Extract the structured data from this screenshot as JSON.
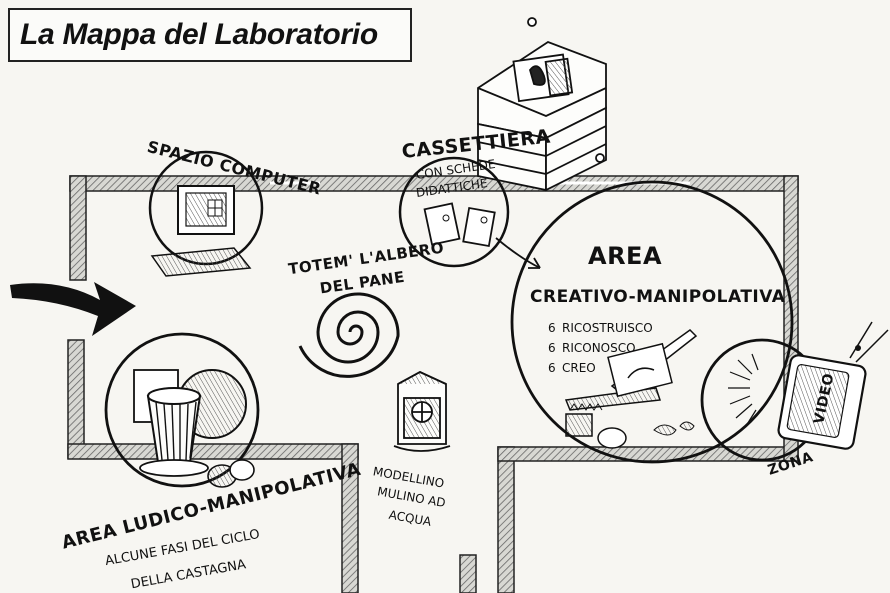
{
  "title": "La Mappa del Laboratorio",
  "labels": {
    "computer": "SPAZIO COMPUTER",
    "cassettiera": "CASSETTIERA",
    "cassettiera_sub1": "CON SCHEDE",
    "cassettiera_sub2": "DIDATTICHE",
    "totem1": "TOTEM' L'ALBERO",
    "totem2": "DEL PANE",
    "area_creativo_title": "AREA",
    "area_creativo_sub": "CREATIVO-MANIPOLATIVA",
    "item_1": "RICOSTRUISCO",
    "item_2": "RICONOSCO",
    "item_3": "CREO",
    "video": "VIDEO",
    "zona_video": "ZONA",
    "modellino1": "MODELLINO",
    "modellino2": "MULINO AD",
    "modellino3": "ACQUA",
    "area_ludico": "AREA LUDICO-MANIPOLATIVA",
    "castagna1": "ALCUNE FASI DEL CICLO",
    "castagna2": "DELLA CASTAGNA",
    "bullet": "6"
  },
  "colors": {
    "ink": "#111111",
    "wall": "#8a8a86",
    "paper": "#f7f6f2"
  }
}
